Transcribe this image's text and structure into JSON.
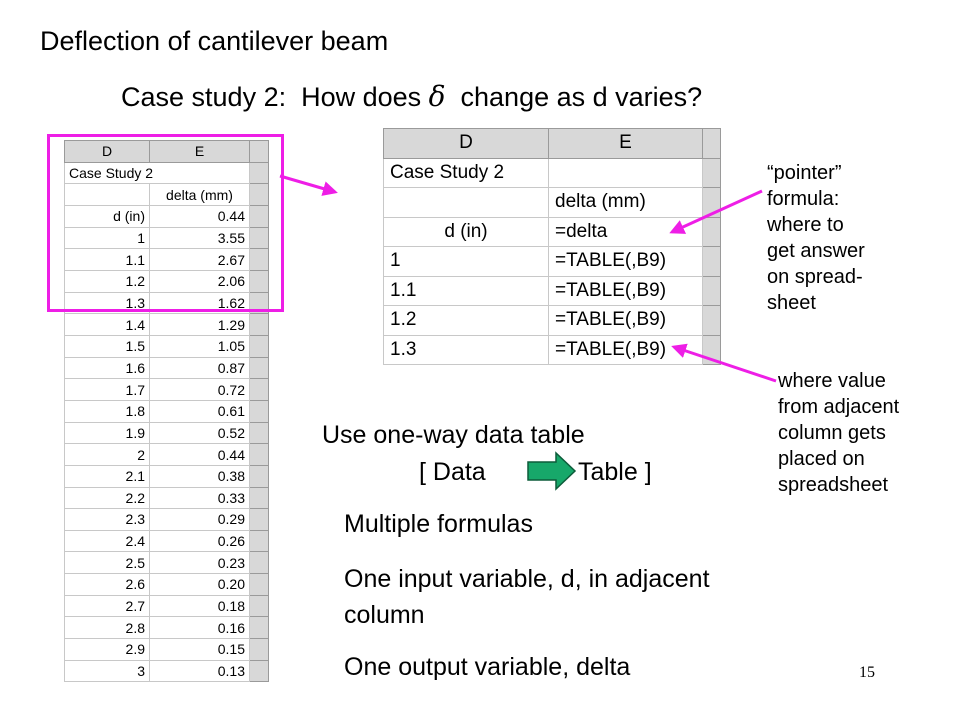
{
  "slide": {
    "title": "Deflection of cantilever beam",
    "subtitle_before": "Case study 2:  How does ",
    "delta_symbol": "δ",
    "subtitle_after": "  change as d varies?",
    "page_number": "15"
  },
  "small_sheet": {
    "col_headers": [
      "D",
      "E"
    ],
    "title_cell": "Case Study 2",
    "output_header": "delta (mm)",
    "input_label": "d (in)",
    "input_value": "0.44",
    "rows": [
      [
        "1",
        "3.55"
      ],
      [
        "1.1",
        "2.67"
      ],
      [
        "1.2",
        "2.06"
      ],
      [
        "1.3",
        "1.62"
      ],
      [
        "1.4",
        "1.29"
      ],
      [
        "1.5",
        "1.05"
      ],
      [
        "1.6",
        "0.87"
      ],
      [
        "1.7",
        "0.72"
      ],
      [
        "1.8",
        "0.61"
      ],
      [
        "1.9",
        "0.52"
      ],
      [
        "2",
        "0.44"
      ],
      [
        "2.1",
        "0.38"
      ],
      [
        "2.2",
        "0.33"
      ],
      [
        "2.3",
        "0.29"
      ],
      [
        "2.4",
        "0.26"
      ],
      [
        "2.5",
        "0.23"
      ],
      [
        "2.6",
        "0.20"
      ],
      [
        "2.7",
        "0.18"
      ],
      [
        "2.8",
        "0.16"
      ],
      [
        "2.9",
        "0.15"
      ],
      [
        "3",
        "0.13"
      ]
    ]
  },
  "big_sheet": {
    "col_headers": [
      "D",
      "E"
    ],
    "title_cell": "Case Study 2",
    "output_header": "delta (mm)",
    "input_label": "d (in)",
    "pointer_formula": "=delta",
    "rows": [
      [
        "1",
        "=TABLE(,B9)"
      ],
      [
        "1.1",
        "=TABLE(,B9)"
      ],
      [
        "1.2",
        "=TABLE(,B9)"
      ],
      [
        "1.3",
        "=TABLE(,B9)"
      ]
    ]
  },
  "notes": {
    "pointer": "“pointer”\nformula:\nwhere to\nget answer\non spread-\nsheet",
    "adjacent": "where value\nfrom adjacent\ncolumn gets\nplaced on\nspreadsheet"
  },
  "body": {
    "line1": "Use one-way data table",
    "menu_open": "[ Data",
    "menu_close": "Table ]",
    "bullet1": "Multiple formulas",
    "bullet2_line1": "One input variable, d, in adjacent",
    "bullet2_line2": "column",
    "bullet3": "One output variable, delta"
  },
  "colors": {
    "accent_pink": "#ee1ee6",
    "arrow_green": "#17a86a",
    "arrow_green_outline": "#0d5c3a"
  }
}
